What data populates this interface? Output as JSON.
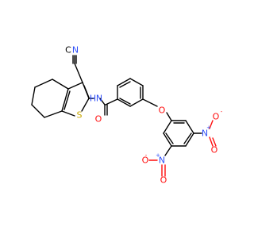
{
  "molecule": {
    "atom_colors": {
      "N": "#3050f8",
      "O": "#ff0d0d",
      "S": "#c8a800",
      "H": "#3050f8"
    },
    "labels": {
      "cyano_c": "C",
      "cyano_n": "N",
      "amide_n": "N",
      "amide_h": "H",
      "thiophene_s": "S",
      "carbonyl_o": "O",
      "ether_o": "O",
      "nitro1_n": "N",
      "nitro1_plus": "+",
      "nitro1_o_top": "O",
      "nitro1_o_top_minus": "-",
      "nitro1_o_bottom": "O",
      "nitro2_n": "N",
      "nitro2_plus": "+",
      "nitro2_o_left": "O",
      "nitro2_o_left_minus": "-",
      "nitro2_o_bottom": "O"
    }
  }
}
